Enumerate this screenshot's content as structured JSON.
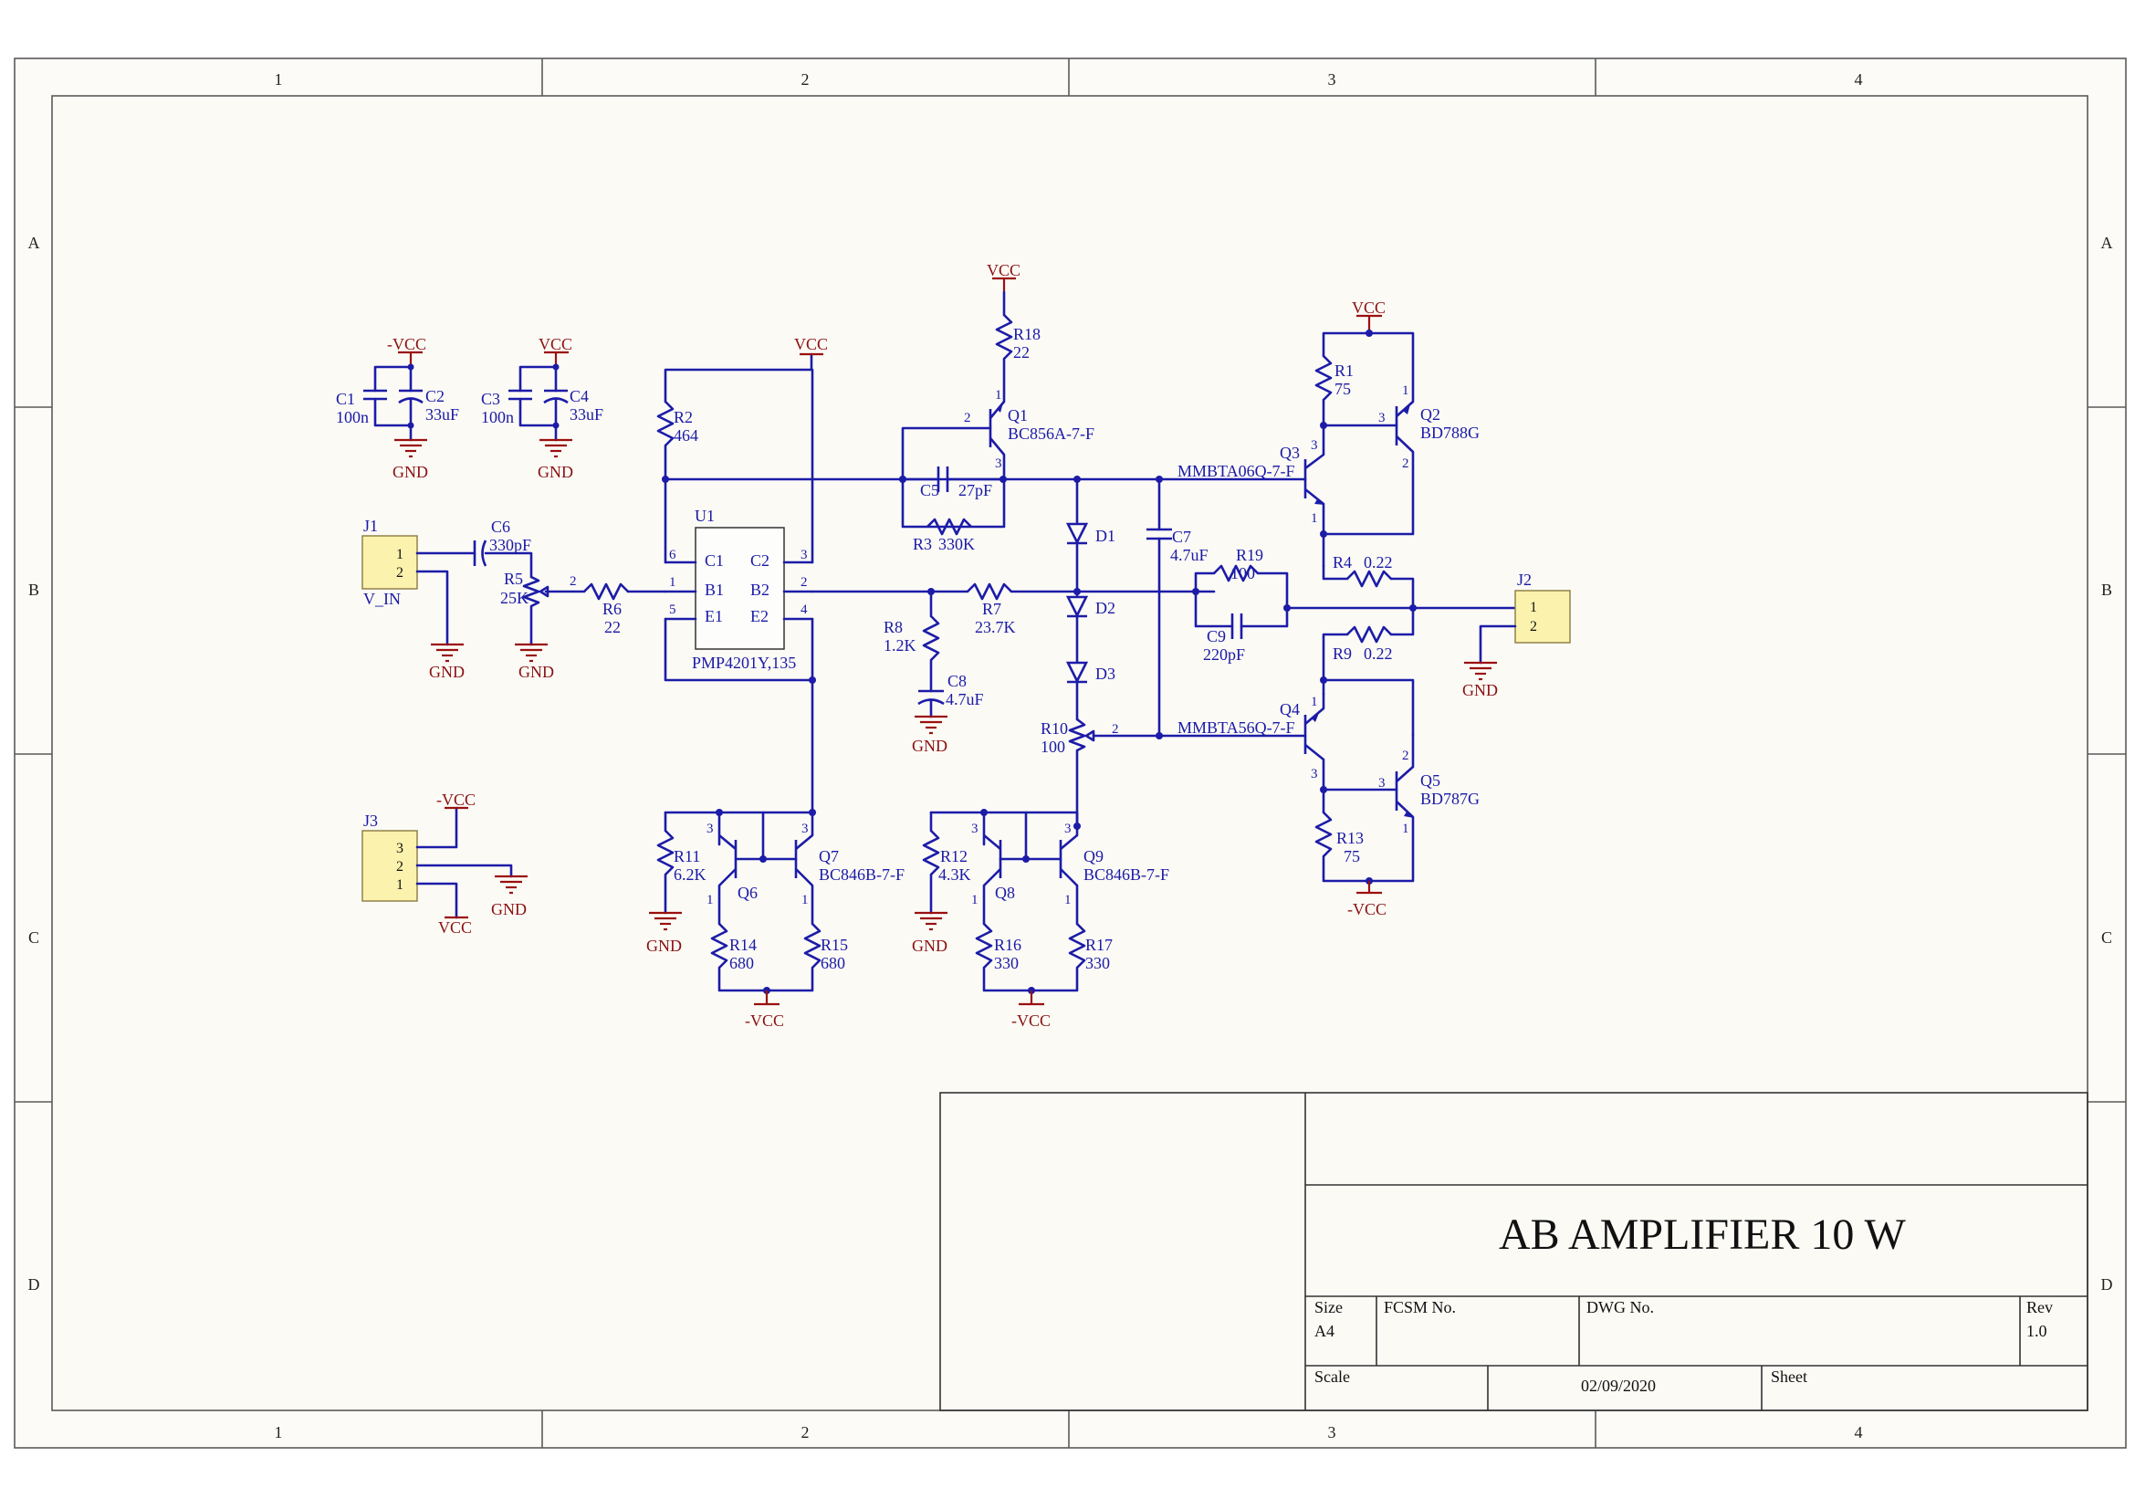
{
  "border": {
    "columns": [
      "1",
      "2",
      "3",
      "4"
    ],
    "rows": [
      "A",
      "B",
      "C",
      "D"
    ]
  },
  "power": {
    "vcc": "VCC",
    "neg_vcc": "-VCC",
    "gnd": "GND"
  },
  "parts": {
    "C1": {
      "ref": "C1",
      "value": "100n"
    },
    "C2": {
      "ref": "C2",
      "value": "33uF"
    },
    "C3": {
      "ref": "C3",
      "value": "100n"
    },
    "C4": {
      "ref": "C4",
      "value": "33uF"
    },
    "C5": {
      "ref": "C5",
      "value": "27pF"
    },
    "C6": {
      "ref": "C6",
      "value": "330pF"
    },
    "C7": {
      "ref": "C7",
      "value": "4.7uF"
    },
    "C8": {
      "ref": "C8",
      "value": "4.7uF"
    },
    "C9": {
      "ref": "C9",
      "value": "220pF"
    },
    "R1": {
      "ref": "R1",
      "value": "75"
    },
    "R2": {
      "ref": "R2",
      "value": "464"
    },
    "R3": {
      "ref": "R3",
      "value": "330K"
    },
    "R4": {
      "ref": "R4",
      "value": "0.22"
    },
    "R5": {
      "ref": "R5",
      "value": "25K"
    },
    "R6": {
      "ref": "R6",
      "value": "22"
    },
    "R7": {
      "ref": "R7",
      "value": "23.7K"
    },
    "R8": {
      "ref": "R8",
      "value": "1.2K"
    },
    "R9": {
      "ref": "R9",
      "value": "0.22"
    },
    "R10": {
      "ref": "R10",
      "value": "100"
    },
    "R11": {
      "ref": "R11",
      "value": "6.2K"
    },
    "R12": {
      "ref": "R12",
      "value": "4.3K"
    },
    "R13": {
      "ref": "R13",
      "value": "75"
    },
    "R14": {
      "ref": "R14",
      "value": "680"
    },
    "R15": {
      "ref": "R15",
      "value": "680"
    },
    "R16": {
      "ref": "R16",
      "value": "330"
    },
    "R17": {
      "ref": "R17",
      "value": "330"
    },
    "R18": {
      "ref": "R18",
      "value": "22"
    },
    "R19": {
      "ref": "R19",
      "value": "100"
    },
    "D1": {
      "ref": "D1"
    },
    "D2": {
      "ref": "D2"
    },
    "D3": {
      "ref": "D3"
    },
    "Q1": {
      "ref": "Q1",
      "value": "BC856A-7-F"
    },
    "Q2": {
      "ref": "Q2",
      "value": "BD788G"
    },
    "Q3": {
      "ref": "Q3",
      "value": "MMBTA06Q-7-F"
    },
    "Q4": {
      "ref": "Q4",
      "value": "MMBTA56Q-7-F"
    },
    "Q5": {
      "ref": "Q5",
      "value": "BD787G"
    },
    "Q6": {
      "ref": "Q6"
    },
    "Q7": {
      "ref": "Q7",
      "value": "BC846B-7-F"
    },
    "Q8": {
      "ref": "Q8"
    },
    "Q9": {
      "ref": "Q9",
      "value": "BC846B-7-F"
    },
    "U1": {
      "ref": "U1",
      "value": "PMP4201Y,135",
      "pins": {
        "C1": "C1",
        "C2": "C2",
        "B1": "B1",
        "B2": "B2",
        "E1": "E1",
        "E2": "E2"
      }
    },
    "J1": {
      "ref": "J1",
      "name": "V_IN",
      "pins": [
        "1",
        "2"
      ]
    },
    "J2": {
      "ref": "J2",
      "pins": [
        "1",
        "2"
      ]
    },
    "J3": {
      "ref": "J3",
      "pins": [
        "3",
        "2",
        "1"
      ]
    }
  },
  "pins": [
    "1",
    "2",
    "3",
    "4",
    "5",
    "6"
  ],
  "title_block": {
    "title": "AB AMPLIFIER 10 W",
    "size_label": "Size",
    "size": "A4",
    "fcsm_label": "FCSM No.",
    "dwg_label": "DWG No.",
    "rev_label": "Rev",
    "rev": "1.0",
    "scale_label": "Scale",
    "date": "02/09/2020",
    "sheet_label": "Sheet"
  }
}
